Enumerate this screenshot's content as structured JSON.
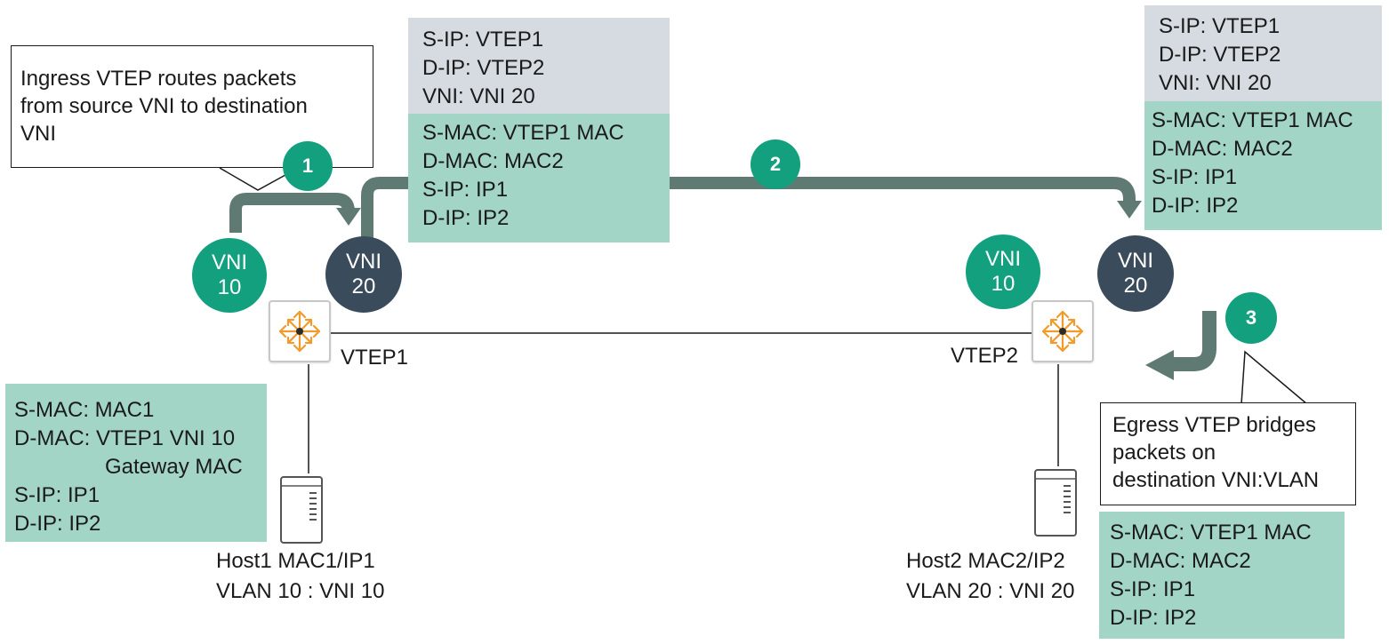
{
  "top_outer_header": {
    "lines": [
      "S-IP: VTEP1",
      "D-IP: VTEP2",
      "VNI: VNI 20"
    ]
  },
  "top_inner_packet": {
    "lines": [
      "S-MAC: VTEP1 MAC",
      "D-MAC: MAC2",
      "S-IP: IP1",
      "D-IP: IP2"
    ]
  },
  "right_outer_header": {
    "lines": [
      "S-IP: VTEP1",
      "D-IP: VTEP2",
      "VNI: VNI 20"
    ]
  },
  "right_inner_packet": {
    "lines": [
      "S-MAC: VTEP1 MAC",
      "D-MAC: MAC2",
      "S-IP: IP1",
      "D-IP: IP2"
    ]
  },
  "host1_packet": {
    "lines": [
      "S-MAC: MAC1",
      "D-MAC: VTEP1 VNI 10",
      "Gateway MAC",
      "S-IP: IP1",
      "D-IP: IP2"
    ]
  },
  "host2_packet": {
    "lines": [
      "S-MAC: VTEP1 MAC",
      "D-MAC: MAC2",
      "S-IP: IP1",
      "D-IP: IP2"
    ]
  },
  "ingress_callout": {
    "lines": [
      "Ingress VTEP routes packets",
      "from source VNI to destination",
      "VNI"
    ]
  },
  "egress_callout": {
    "lines": [
      "Egress VTEP bridges",
      "packets on",
      "destination VNI:VLAN"
    ]
  },
  "steps": [
    "1",
    "2",
    "3"
  ],
  "vtep1": {
    "label": "VTEP1",
    "vni_a": {
      "line1": "VNI",
      "line2": "10"
    },
    "vni_b": {
      "line1": "VNI",
      "line2": "20"
    }
  },
  "vtep2": {
    "label": "VTEP2",
    "vni_a": {
      "line1": "VNI",
      "line2": "10"
    },
    "vni_b": {
      "line1": "VNI",
      "line2": "20"
    }
  },
  "host1": {
    "line1": "Host1 MAC1/IP1",
    "line2": "VLAN 10 : VNI 10"
  },
  "host2": {
    "line1": "Host2 MAC2/IP2",
    "line2": "VLAN 20 : VNI 20"
  },
  "icons": {
    "router": "router-arrows-icon",
    "server": "server-icon"
  },
  "colors": {
    "teal_box": "#a2d5c5",
    "gray_box": "#d5dbe0",
    "vni_green": "#12a07e",
    "vni_dark": "#3a4b5c",
    "flow_arrow": "#5f7a72",
    "router_orange": "#f09b2c"
  }
}
